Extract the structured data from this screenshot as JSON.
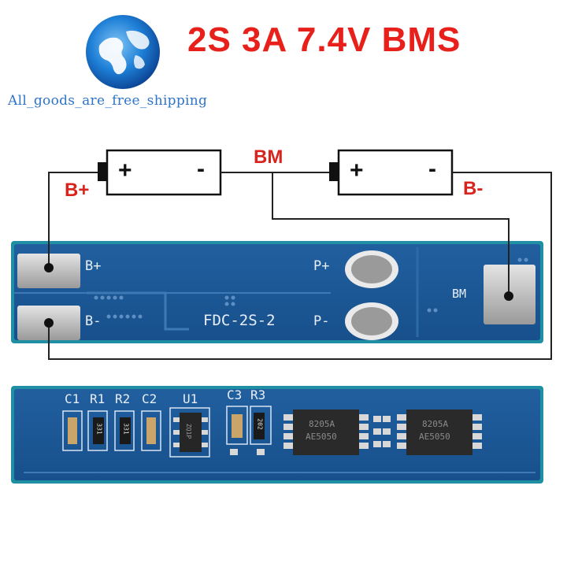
{
  "header": {
    "title": "2S 3A 7.4V BMS",
    "shop_name": "All_goods_are_free_shipping"
  },
  "diagram": {
    "labels": {
      "b_plus": "B+",
      "b_minus": "B-",
      "bm": "BM"
    },
    "cell_plus": "+",
    "cell_minus": "-"
  },
  "board_top": {
    "pad_b_plus": "B+",
    "pad_b_minus": "B-",
    "pad_p_plus": "P+",
    "pad_p_minus": "P-",
    "pad_bm": "BM",
    "model": "FDC-2S-2"
  },
  "board_bottom": {
    "components": [
      "C1",
      "R1",
      "R2",
      "C2",
      "U1",
      "C3",
      "R3"
    ],
    "resistor_marks": [
      "331",
      "331",
      "202"
    ],
    "ic_marks": [
      [
        "8205A",
        "AE5050"
      ],
      [
        "8205A",
        "AE5050"
      ]
    ],
    "u1_mark": "ZQ1P"
  },
  "colors": {
    "title_red": "#e8201b",
    "shop_blue": "#2e74c9",
    "pcb_blue": "#1d5c9f",
    "pcb_edge": "#1f8fa4",
    "wire": "#222222"
  }
}
